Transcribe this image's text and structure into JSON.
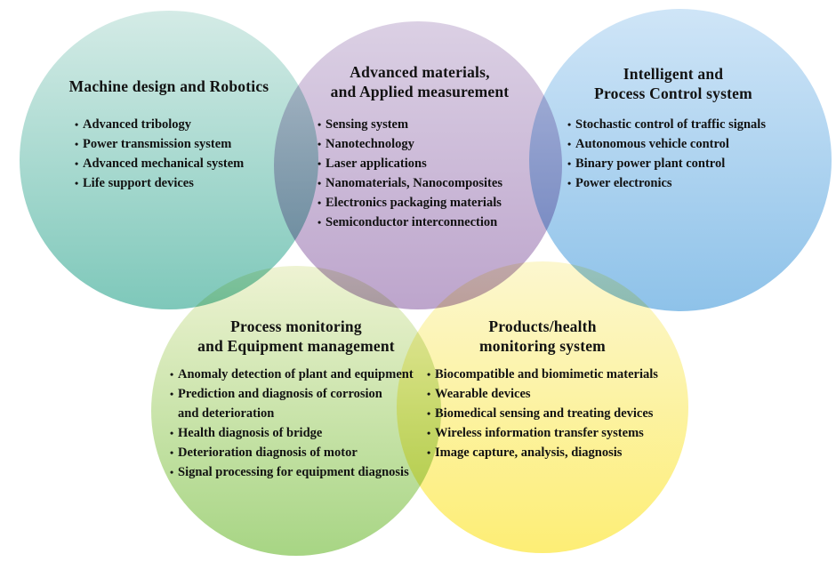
{
  "diagram": {
    "type": "venn-overlapping-circles",
    "background_color": "#ffffff",
    "text_color": "#121212",
    "bullet_glyph": "•",
    "circles": [
      {
        "id": "machine",
        "title_lines": [
          "Machine design and Robotics"
        ],
        "gradient_top": "#d4ebe6",
        "gradient_bottom": "#7ec8ba",
        "items": [
          [
            "Advanced tribology"
          ],
          [
            "Power transmission system"
          ],
          [
            "Advanced mechanical system"
          ],
          [
            "Life support devices"
          ]
        ]
      },
      {
        "id": "materials",
        "title_lines": [
          "Advanced materials,",
          "and Applied measurement"
        ],
        "gradient_top": "#dbd0e4",
        "gradient_bottom": "#bda5cc",
        "items": [
          [
            "Sensing system"
          ],
          [
            "Nanotechnology"
          ],
          [
            "Laser applications"
          ],
          [
            "Nanomaterials, Nanocomposites"
          ],
          [
            "Electronics packaging materials"
          ],
          [
            "Semiconductor interconnection"
          ]
        ]
      },
      {
        "id": "intelligent",
        "title_lines": [
          "Intelligent and",
          "Process Control system"
        ],
        "gradient_top": "#cfe5f7",
        "gradient_bottom": "#8ec2e9",
        "items": [
          [
            "Stochastic control of traffic signals"
          ],
          [
            "Autonomous vehicle control"
          ],
          [
            "Binary power plant control"
          ],
          [
            "Power electronics"
          ]
        ]
      },
      {
        "id": "process",
        "title_lines": [
          "Process monitoring",
          "and Equipment management"
        ],
        "gradient_top": "#eef3d3",
        "gradient_bottom": "#a7d584",
        "items": [
          [
            "Anomaly detection of plant and equipment"
          ],
          [
            "Prediction and diagnosis of corrosion",
            "and deterioration"
          ],
          [
            "Health diagnosis of bridge"
          ],
          [
            "Deterioration diagnosis of motor"
          ],
          [
            "Signal processing for equipment diagnosis"
          ]
        ]
      },
      {
        "id": "products",
        "title_lines": [
          "Products/health",
          "monitoring system"
        ],
        "gradient_top": "#fcf7cf",
        "gradient_bottom": "#fdee75",
        "items": [
          [
            "Biocompatible and biomimetic materials"
          ],
          [
            "Wearable devices"
          ],
          [
            "Biomedical sensing and treating devices"
          ],
          [
            "Wireless information transfer systems"
          ],
          [
            "Image capture, analysis, diagnosis"
          ]
        ]
      }
    ]
  }
}
